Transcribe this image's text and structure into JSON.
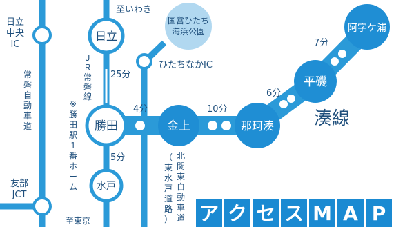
{
  "colors": {
    "route_blue": "#2b9ad8",
    "station_blue": "#1f8ed4",
    "text_dark": "#1f4f7c",
    "title_bg": "#1a8ad2",
    "white": "#ffffff"
  },
  "place_labels": {
    "hitachi_chuo_ic": [
      "日立",
      "中央",
      "IC"
    ],
    "joban_expressway": "常磐自動車道",
    "tomobe_jct": [
      "友部",
      "JCT"
    ],
    "to_iwaki": "至いわき",
    "to_tokyo": "至東京",
    "jr_joban_line": "ＪＲ常磐線",
    "katsuta_note": "※勝田駅１番ホーム",
    "park_name": [
      "国営ひたち",
      "海浜公園"
    ],
    "hitachinaka_ic": "ひたちなかIC",
    "kita_kanto_expressway": "北関東自動車道",
    "higashi_mito_road": "（東水戸道路）",
    "minato_line": "湊線"
  },
  "stations": {
    "hitachi": "日立",
    "katsuta": "勝田",
    "mito": "水戸",
    "kaneage": "金上",
    "nakaminato": "那珂湊",
    "hiraiso": "平磯",
    "ajigaura": "阿字ケ浦"
  },
  "travel_times": {
    "hitachi_katsuta": "25分",
    "katsuta_mito": "5分",
    "katsuta_kaneage": "4分",
    "kaneage_nakaminato": "10分",
    "nakaminato_hiraiso": "6分",
    "hiraiso_ajigaura": "7分"
  },
  "title": {
    "chars": [
      "ア",
      "ク",
      "セ",
      "ス",
      "M",
      "A",
      "P"
    ]
  }
}
